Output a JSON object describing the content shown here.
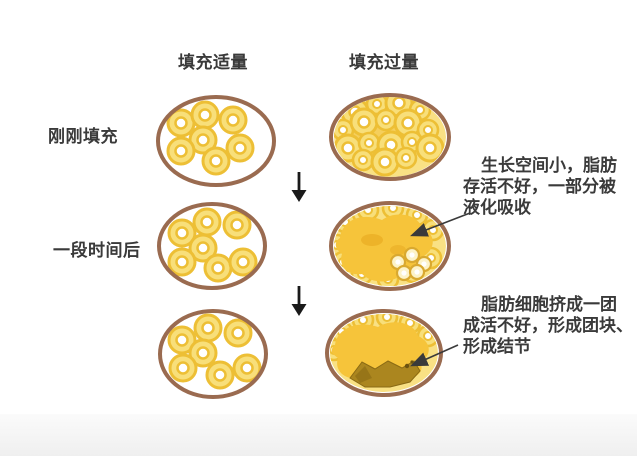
{
  "diagram": {
    "column_headers": [
      {
        "id": "appropriate",
        "label": "填充适量"
      },
      {
        "id": "excessive",
        "label": "填充过量"
      }
    ],
    "row_labels": [
      {
        "id": "just-filled",
        "label": "刚刚填充"
      },
      {
        "id": "after-a-while",
        "label": "一段时间后"
      }
    ],
    "annotations": [
      {
        "id": "liquefaction",
        "lines": [
          "生长空间小，脂肪",
          "存活不好，一部分被",
          "液化吸收"
        ]
      },
      {
        "id": "nodules",
        "lines": [
          "脂肪细胞挤成一团",
          "成活不好，形成团块、",
          "形成结节"
        ]
      }
    ],
    "flow_arrows": {
      "glyph": "↓",
      "count": 2
    },
    "colors": {
      "background": "#ffffff",
      "footer_strip": "#f1f1f1",
      "capsule_outline": "#9a6b50",
      "fat_cell_ring": "#edbf35",
      "fat_cell_fill": "#f8df7a",
      "fat_mass": "#f6c43a",
      "nodule": "#a8861f",
      "text": "#3a3a3a",
      "arrow": "#1a1a1a"
    }
  }
}
